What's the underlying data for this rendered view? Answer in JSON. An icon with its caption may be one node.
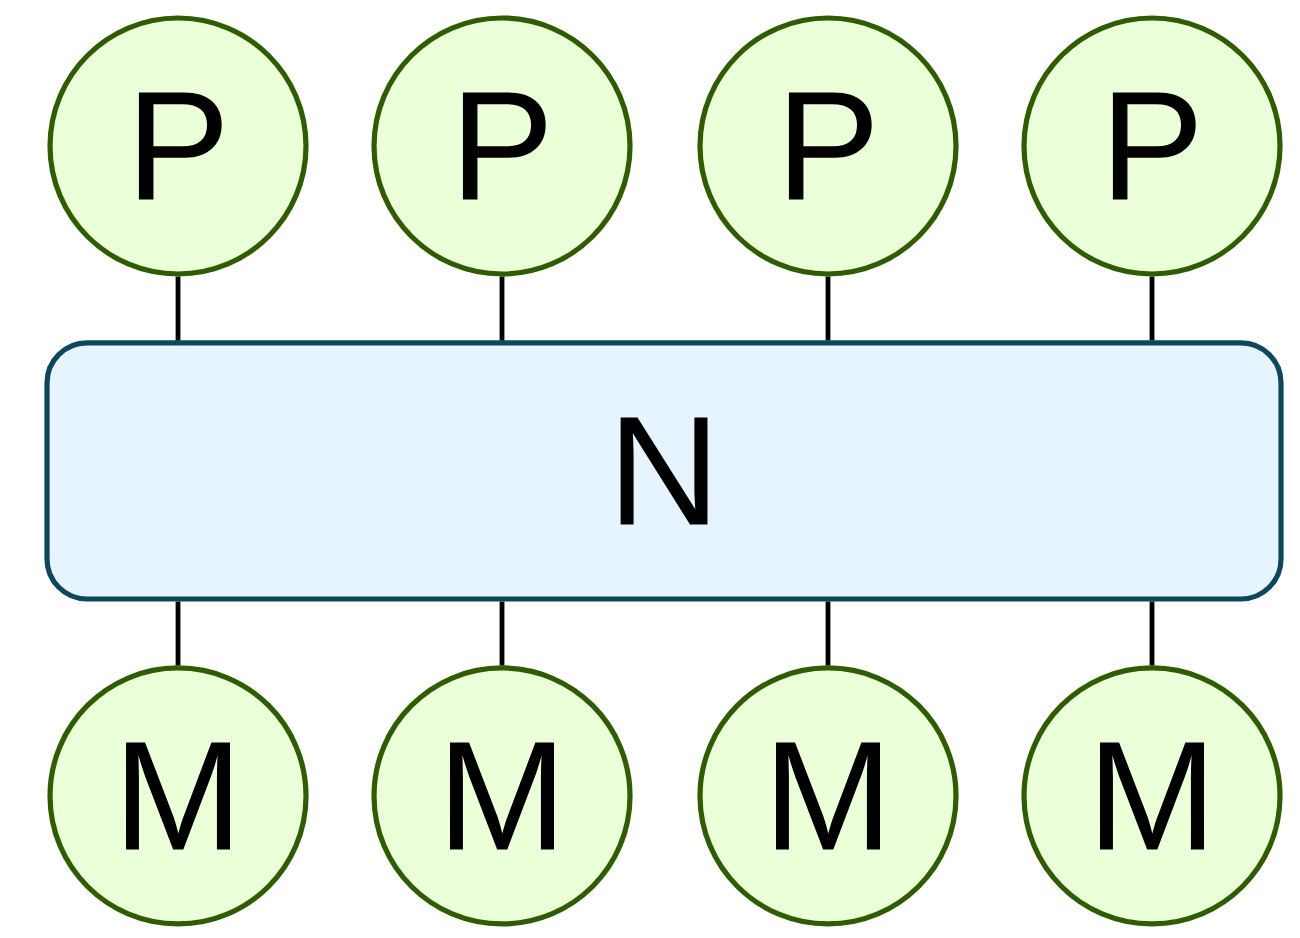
{
  "diagram": {
    "nodes": [
      {
        "text": [
          "P"
        ]
      },
      {
        "text": [
          "P"
        ]
      },
      {
        "text": [
          "P"
        ]
      },
      {
        "text": [
          "P"
        ]
      },
      {
        "text": [
          "N"
        ]
      },
      {
        "text": [
          "M"
        ]
      },
      {
        "text": [
          "M"
        ]
      },
      {
        "text": [
          "M"
        ]
      },
      {
        "text": [
          "M"
        ]
      }
    ],
    "edges": [
      {
        "from": 0,
        "to": 4,
        "arrow": "none"
      },
      {
        "from": 1,
        "to": 4,
        "arrow": "none"
      },
      {
        "from": 2,
        "to": 4,
        "arrow": "none"
      },
      {
        "from": 3,
        "to": 4,
        "arrow": "none"
      },
      {
        "from": 4,
        "to": 5,
        "arrow": "none"
      },
      {
        "from": 4,
        "to": 6,
        "arrow": "none"
      },
      {
        "from": 4,
        "to": 7,
        "arrow": "none"
      },
      {
        "from": 4,
        "to": 8,
        "arrow": "none"
      }
    ]
  }
}
